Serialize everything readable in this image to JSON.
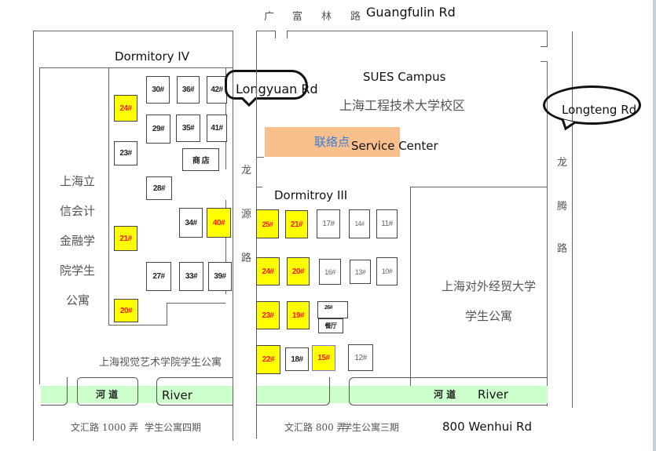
{
  "roads": {
    "guangfulin_cn": [
      "广",
      "富",
      "林",
      "路"
    ],
    "guangfulin_en": "Guangfulin Rd",
    "longyuan_cn": [
      "龙",
      "源",
      "路"
    ],
    "longyuan_en": "Longyuan Rd",
    "longteng_cn": [
      "龙",
      "腾",
      "路"
    ],
    "longteng_en": "Longteng Rd",
    "wenhui_en": "800 Wenhui Rd"
  },
  "campus": {
    "title_en": "SUES Campus",
    "title_cn": "上海工程技术大学校区",
    "service_center_cn": "联络点",
    "service_center_en": "Service Center",
    "service_center_color": "#f9c08e"
  },
  "dorm4": {
    "title": "Dormitory IV",
    "neighbor_left": [
      "上海立",
      "信会计",
      "金融学",
      "院学生",
      "公寓"
    ],
    "neighbor_bottom": "上海视觉艺术学院学生公寓",
    "address": "文汇路 1000 弄",
    "phase": "学生公寓四期",
    "buildings": [
      {
        "label": "30#",
        "highlight": false
      },
      {
        "label": "36#",
        "highlight": false
      },
      {
        "label": "42#",
        "highlight": false
      },
      {
        "label": "24#",
        "highlight": true
      },
      {
        "label": "29#",
        "highlight": false
      },
      {
        "label": "35#",
        "highlight": false
      },
      {
        "label": "41#",
        "highlight": false
      },
      {
        "label": "23#",
        "highlight": false
      },
      {
        "label": "商  店",
        "highlight": false
      },
      {
        "label": "28#",
        "highlight": false
      },
      {
        "label": "34#",
        "highlight": false
      },
      {
        "label": "40#",
        "highlight": true
      },
      {
        "label": "21#",
        "highlight": true
      },
      {
        "label": "27#",
        "highlight": false
      },
      {
        "label": "33#",
        "highlight": false
      },
      {
        "label": "39#",
        "highlight": false
      },
      {
        "label": "20#",
        "highlight": true
      }
    ]
  },
  "dorm3": {
    "title": "Dormitroy III",
    "address": "文汇路 800 弄",
    "phase": "学生公寓三期",
    "buildings": [
      {
        "label": "25#",
        "highlight": true
      },
      {
        "label": "21#",
        "highlight": true
      },
      {
        "label": "17#",
        "highlight": false
      },
      {
        "label": "14#",
        "highlight": false
      },
      {
        "label": "11#",
        "highlight": false
      },
      {
        "label": "24#",
        "highlight": true
      },
      {
        "label": "20#",
        "highlight": true
      },
      {
        "label": "16#",
        "highlight": false
      },
      {
        "label": "13#",
        "highlight": false
      },
      {
        "label": "10#",
        "highlight": false
      },
      {
        "label": "23#",
        "highlight": true
      },
      {
        "label": "19#",
        "highlight": true
      },
      {
        "label": "26#",
        "highlight": false
      },
      {
        "label": "餐厅",
        "highlight": false
      },
      {
        "label": "22#",
        "highlight": true
      },
      {
        "label": "18#",
        "highlight": false
      },
      {
        "label": "15#",
        "highlight": true
      },
      {
        "label": "12#",
        "highlight": false
      }
    ]
  },
  "sufe_dorm": [
    "上海对外经贸大学",
    "学生公寓"
  ],
  "river": {
    "cn": "河  道",
    "en": "River",
    "color": "#ccffcc"
  },
  "colors": {
    "highlight_fill": "#ffff00",
    "highlight_text": "#ff1a1a",
    "service_text_cn": "#3a7bd5"
  }
}
